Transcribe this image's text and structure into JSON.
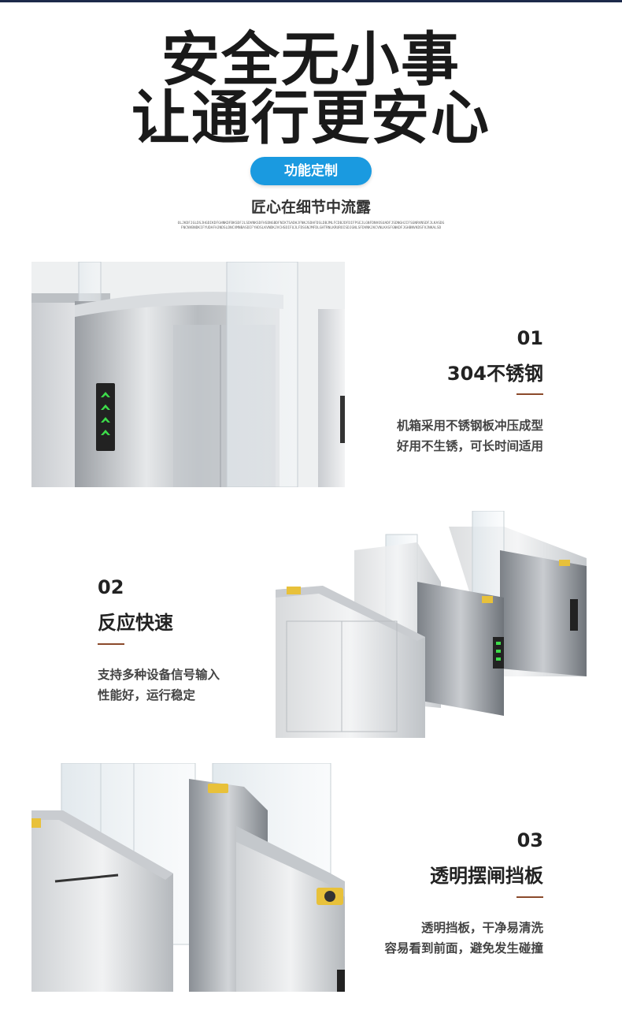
{
  "header": {
    "headline_line1": "安全无小事",
    "headline_line2": "让通行更安心",
    "pill_label": "功能定制",
    "tagline": "匠心在细节中流露",
    "small_text": "OLJKDFJGLDSJHGDIKDFGHNKDFBKSDFJLSDVNKSDFHSDNGBDFNIKTSADHJFNKJSDHFDSLDBJMLFCDBJDFDIFPSEJLGNFDNVOSUADFJSDNGHJIFSGNRVNSDFJLKASDGFNCNVBNDKIFYUDAFHJNDSLDNCXMNBASDIFYHDSLKVNDKJVCHSDIFUJLFDSGNJMFDLGHTRNLKRUROISDJGNLSFDVNKJKCVNLKASFGNKDFJGHBNVKDSFVJNKALSD"
  },
  "features": [
    {
      "number": "01",
      "title": "304不锈钢",
      "desc_line1": "机箱采用不锈钢板冲压成型",
      "desc_line2": "好用不生锈，可长时间适用"
    },
    {
      "number": "02",
      "title": "反应快速",
      "desc_line1": "支持多种设备信号输入",
      "desc_line2": "性能好，运行稳定"
    },
    {
      "number": "03",
      "title": "透明摆闸挡板",
      "desc_line1": "透明挡板，干净易清洗",
      "desc_line2": "容易看到前面，避免发生碰撞"
    }
  ],
  "colors": {
    "accent_blue": "#1a9ae0",
    "divider_brown": "#8b4a2b",
    "top_bar": "#1d2a4a",
    "indicator_green": "#3ddc4a"
  }
}
